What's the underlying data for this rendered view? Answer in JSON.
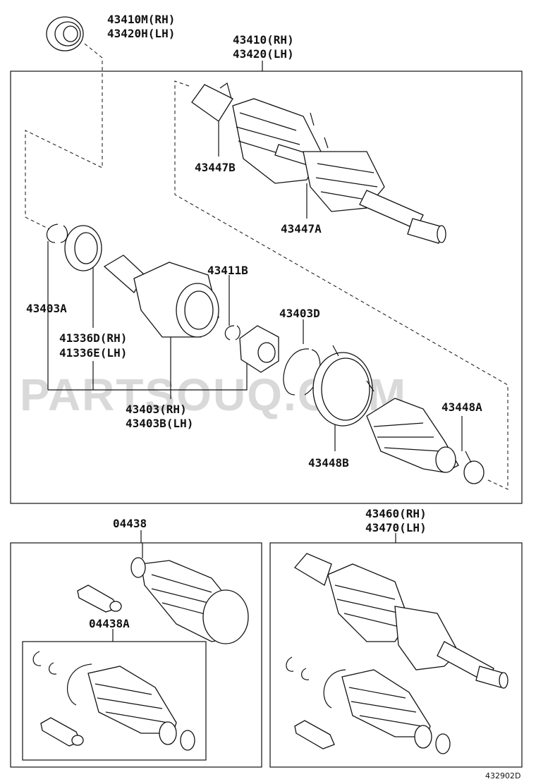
{
  "watermark": "PARTSOUQ.COM",
  "diagram_code": "432902D",
  "labels": {
    "l43410m": "43410M(RH)",
    "l43420h": "43420H(LH)",
    "l43410": "43410(RH)",
    "l43420": "43420(LH)",
    "l43447b": "43447B",
    "l43447a": "43447A",
    "l43411b": "43411B",
    "l43403a": "43403A",
    "l43403d": "43403D",
    "l41336d": "41336D(RH)",
    "l41336e": "41336E(LH)",
    "l43403rh": "43403(RH)",
    "l43403b": "43403B(LH)",
    "l43448a": "43448A",
    "l43448b": "43448B",
    "l04438": "04438",
    "l04438a": "04438A",
    "l43460": "43460(RH)",
    "l43470": "43470(LH)"
  }
}
